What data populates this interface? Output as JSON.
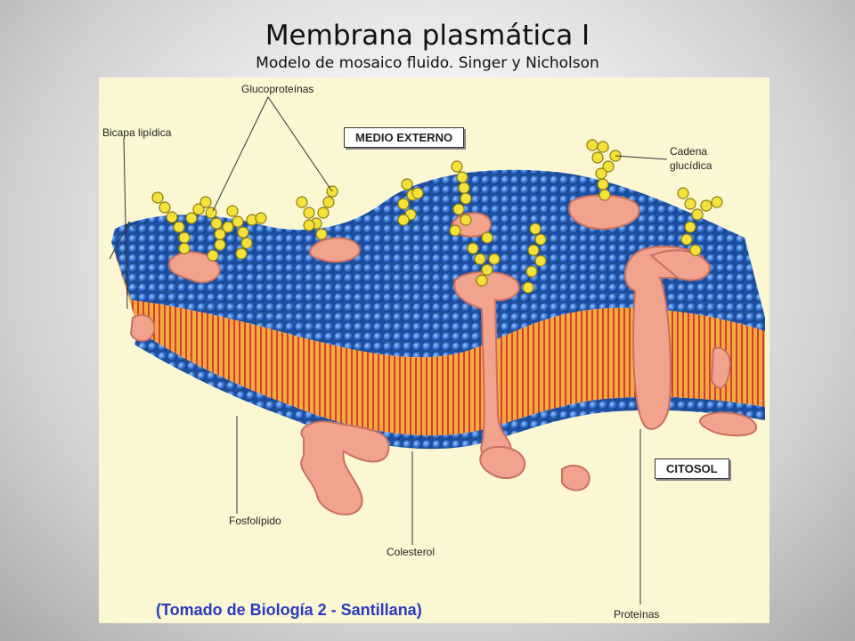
{
  "slide": {
    "title": "Membrana plasmática I",
    "subtitle": "Modelo de mosaico fluido. Singer y Nicholson"
  },
  "figure": {
    "labels": {
      "bicapa": "Bicapa lipídica",
      "glucoproteinas": "Glucoproteínas",
      "medio_externo": "MEDIO EXTERNO",
      "cadena_glucidica_1": "Cadena",
      "cadena_glucidica_2": "glucídica",
      "citosol": "CITOSOL",
      "fosfolipido": "Fosfolípido",
      "colesterol": "Colesterol",
      "proteinas": "Proteínas"
    },
    "credit": "(Tomado de Biología 2 - Santillana)",
    "colors": {
      "background": "#fbf7d3",
      "phospholipid_head": "#2f6fd0",
      "tail_layer": "#f3a73a",
      "tail_lines": "#c8102e",
      "protein": "#f1a38e",
      "sugar": "#f4e23a"
    }
  }
}
